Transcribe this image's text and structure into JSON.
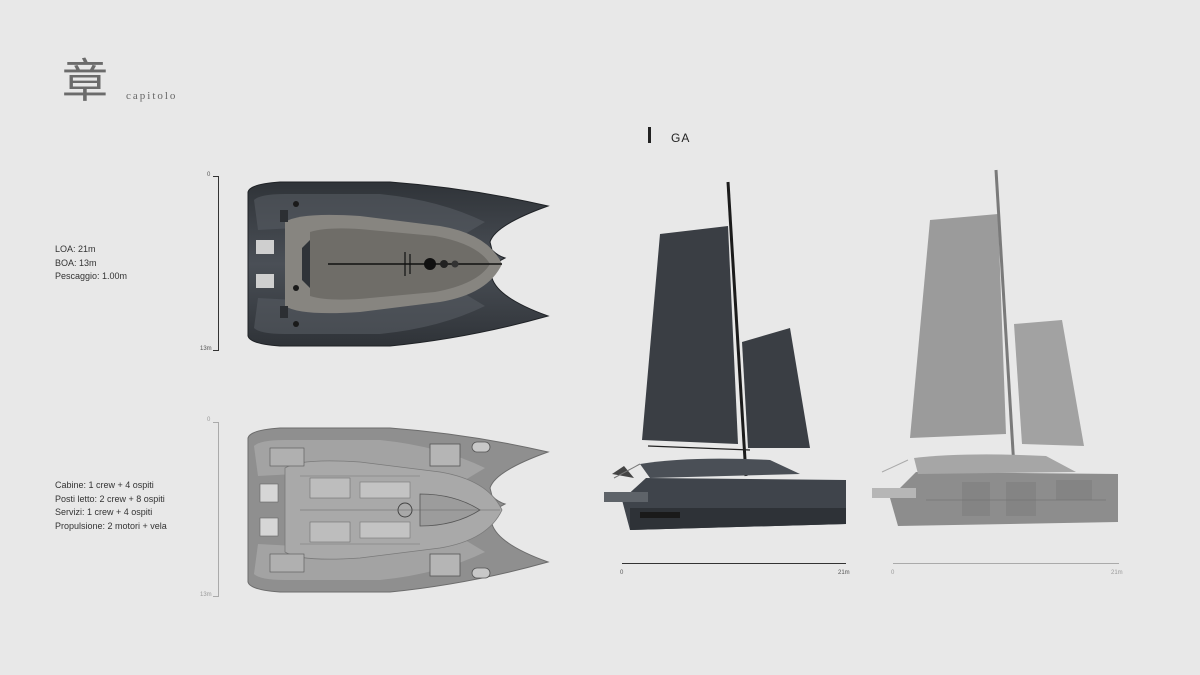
{
  "header": {
    "kanji": "章",
    "chapter": "capitolo"
  },
  "section": {
    "label": "GA"
  },
  "top_plan": {
    "specs": [
      "LOA: 21m",
      "BOA: 13m",
      "Pescaggio: 1.00m"
    ],
    "scale_start": "0",
    "scale_end": "13m"
  },
  "bottom_plan": {
    "specs": [
      "Cabine: 1 crew + 4 ospiti",
      "Posti letto: 2 crew + 8 ospiti",
      "Servizi: 1 crew + 4 ospiti",
      "Propulsione: 2 motori + vela"
    ],
    "scale_start": "0",
    "scale_end": "13m"
  },
  "profile_dark": {
    "scale_start": "0",
    "scale_end": "21m"
  },
  "profile_light": {
    "scale_start": "0",
    "scale_end": "21m"
  },
  "colors": {
    "background": "#e8e8e8",
    "hull_dark": "#3f444b",
    "sail_dark": "#3a3e44",
    "hull_grey": "#8d8d8d",
    "sail_grey": "#9b9b9b",
    "deck": "#8a8880"
  }
}
